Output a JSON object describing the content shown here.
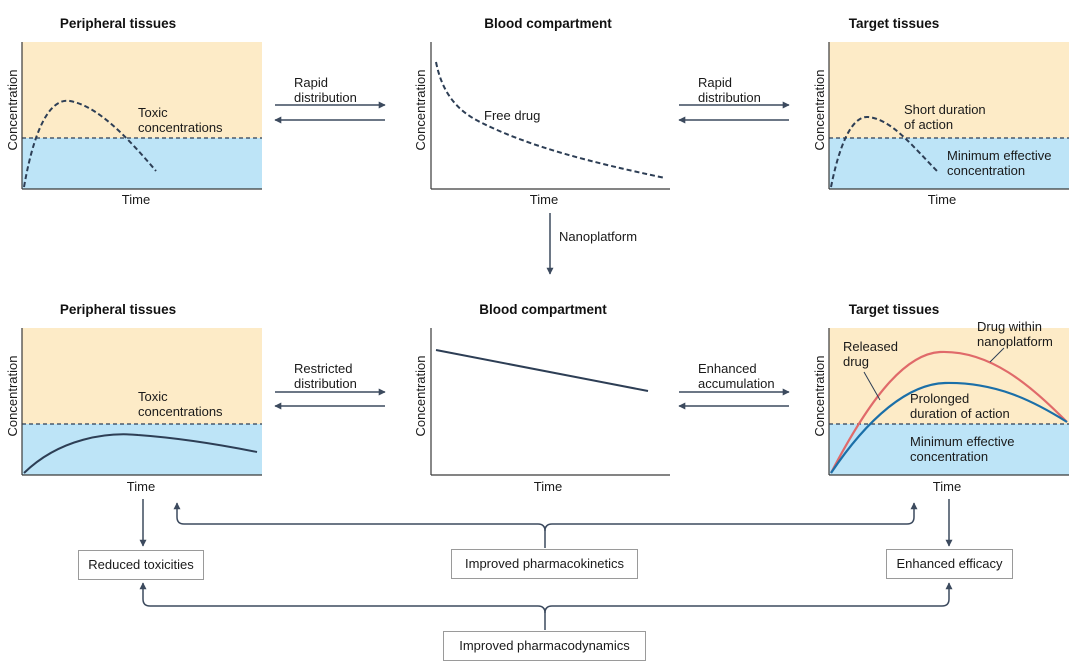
{
  "colors": {
    "toxic_zone": "#fdebc7",
    "effective_zone": "#bde4f7",
    "axis": "#3a3a3a",
    "curve": "#2d3e55",
    "released_curve": "#e06a6a",
    "nanoplatform_curve": "#1b6fa8",
    "arrow": "#3c4a5e"
  },
  "top_row": {
    "peripheral": {
      "title": "Peripheral tissues",
      "y_label": "Concentration",
      "x_label": "Time",
      "zone_label_line1": "Toxic",
      "zone_label_line2": "concentrations"
    },
    "blood": {
      "title": "Blood compartment",
      "y_label": "Concentration",
      "x_label": "Time",
      "curve_label": "Free drug"
    },
    "target": {
      "title": "Target tissues",
      "y_label": "Concentration",
      "x_label": "Time",
      "upper_label_line1": "Short duration",
      "upper_label_line2": "of action",
      "lower_label_line1": "Minimum effective",
      "lower_label_line2": "concentration"
    },
    "left_arrows_line1": "Rapid",
    "left_arrows_line2": "distribution",
    "right_arrows_line1": "Rapid",
    "right_arrows_line2": "distribution"
  },
  "transition_label": "Nanoplatform",
  "bottom_row": {
    "peripheral": {
      "title": "Peripheral tissues",
      "y_label": "Concentration",
      "x_label": "Time",
      "zone_label_line1": "Toxic",
      "zone_label_line2": "concentrations"
    },
    "blood": {
      "title": "Blood compartment",
      "y_label": "Concentration",
      "x_label": "Time"
    },
    "target": {
      "title": "Target tissues",
      "y_label": "Concentration",
      "x_label": "Time",
      "released_label_line1": "Released",
      "released_label_line2": "drug",
      "nano_label_line1": "Drug within",
      "nano_label_line2": "nanoplatform",
      "prolonged_line1": "Prolonged",
      "prolonged_line2": "duration of action",
      "lower_label_line1": "Minimum effective",
      "lower_label_line2": "concentration"
    },
    "left_arrows_line1": "Restricted",
    "left_arrows_line2": "distribution",
    "right_arrows_line1": "Enhanced",
    "right_arrows_line2": "accumulation"
  },
  "outcomes": {
    "reduced_toxicities": "Reduced toxicities",
    "improved_pk": "Improved pharmacokinetics",
    "enhanced_efficacy": "Enhanced efficacy",
    "improved_pd": "Improved pharmacodynamics"
  }
}
